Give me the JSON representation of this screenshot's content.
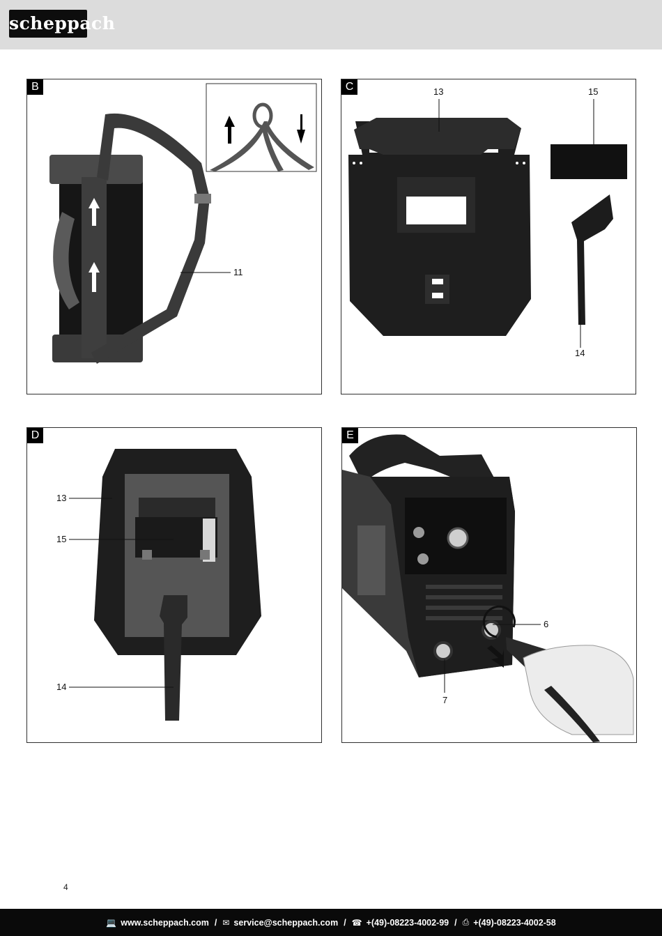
{
  "header": {
    "brand": "scheppach"
  },
  "panels": {
    "B": {
      "tag": "B",
      "callouts": {
        "c11": "11"
      }
    },
    "C": {
      "tag": "C",
      "callouts": {
        "c13": "13",
        "c15": "15",
        "c14": "14"
      }
    },
    "D": {
      "tag": "D",
      "callouts": {
        "c13": "13",
        "c15": "15",
        "c14": "14"
      }
    },
    "E": {
      "tag": "E",
      "callouts": {
        "c6": "6",
        "c7": "7"
      }
    }
  },
  "page_number": "4",
  "footer": {
    "website": "www.scheppach.com",
    "email": "service@scheppach.com",
    "phone": "+(49)-08223-4002-99",
    "fax": "+(49)-08223-4002-58",
    "separator": "/",
    "icons": {
      "website": "computer-icon",
      "email": "mail-icon",
      "phone": "phone-icon",
      "fax": "fax-icon"
    }
  }
}
